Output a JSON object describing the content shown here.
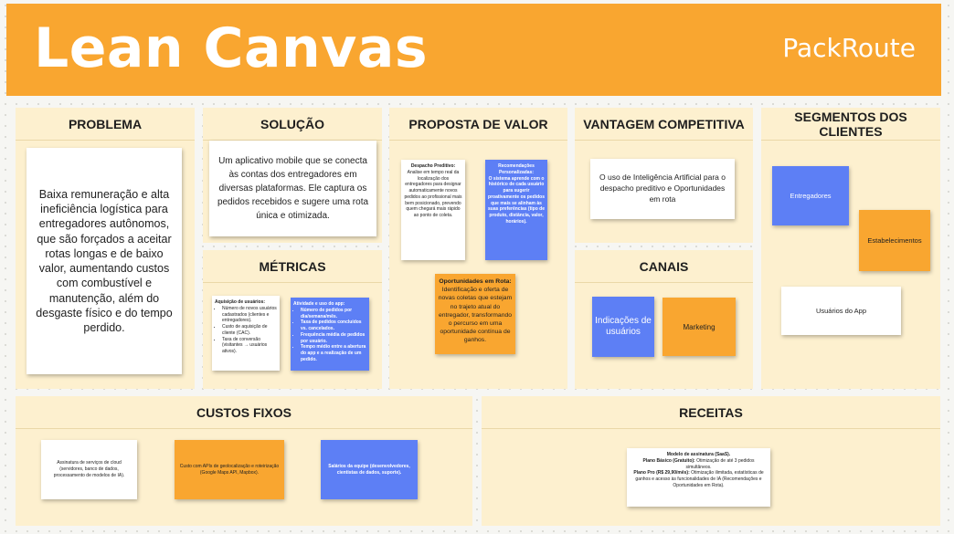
{
  "header": {
    "title": "Lean Canvas",
    "brand": "PackRoute"
  },
  "sections": {
    "problema": "PROBLEMA",
    "solucao": "SOLUÇÃO",
    "proposta": "PROPOSTA DE VALOR",
    "vantagem": "VANTAGEM COMPETITIVA",
    "segmentos": "SEGMENTOS DOS CLIENTES",
    "metricas": "MÉTRICAS",
    "canais": "CANAIS",
    "custos": "CUSTOS FIXOS",
    "receitas": "RECEITAS"
  },
  "problema": {
    "text": "Baixa remuneração e alta ineficiência logística para entregadores autônomos, que são forçados a aceitar rotas longas e de baixo valor, aumentando custos com combustível e manutenção, além do desgaste físico e do tempo perdido."
  },
  "solucao": {
    "text": "Um aplicativo mobile que se conecta às contas dos entregadores em diversas plataformas. Ele captura os pedidos recebidos e sugere uma rota única e otimizada."
  },
  "proposta": {
    "despacho_title": "Despacho Preditivo:",
    "despacho_text": "Analise em tempo real da localização dos entregadores para designar automaticamente novos pedidos ao profissional mais bem posicionado, prevendo quem chegará mais rápido ao ponto de coleta.",
    "recomend_title": "Recomendações Personalizadas:",
    "recomend_text": "O sistema aprende com o histórico de cada usuário para sugerir proativamente os pedidos que mais se alinham às suas preferências (tipo de produto, distância, valor, horários).",
    "oport_title": "Oportunidades em Rota:",
    "oport_text": "Identificação e oferta de novas coletas que estejam no trajeto atual do entregador, transformando o percurso em uma oportunidade contínua de ganhos."
  },
  "vantagem": {
    "text": "O uso de Inteligência Artificial para o despacho preditivo e Oportunidades em rota"
  },
  "segmentos": {
    "entregadores": "Entregadores",
    "estabelecimentos": "Estabelecimentos",
    "usuarios": "Usuários do App"
  },
  "metricas": {
    "aquisicao_title": "Aquisição de usuários:",
    "aquisicao_items": [
      "Número de novos usuários cadastrados (clientes e entregadores).",
      "Custo de aquisição de cliente (CAC).",
      "Taxa de conversão (visitantes → usuários ativos)."
    ],
    "atividade_title": "Atividade e uso do app:",
    "atividade_items": [
      "Número de pedidos por dia/semana/mês.",
      "Taxa de pedidos concluídos vs. cancelados.",
      "Frequência média de pedidos por usuário.",
      "Tempo médio entre a abertura do app e a realização de um pedido."
    ]
  },
  "canais": {
    "indicacoes": "Indicações de usuários",
    "marketing": "Marketing"
  },
  "custos": {
    "assinatura": "Assinatura de serviços de cloud (servidores, banco de dados, processamento de modelos de IA).",
    "apis": "Custo com APIs de geolocalização e roteirização (Google Maps API, Mapbox).",
    "salarios": "Salários da equipe (desenvolvedores, cientistas de dados, suporte)."
  },
  "receitas": {
    "title": "Modelo de assinatura (SaaS).",
    "basico_label": "Plano Básico (Gratuito):",
    "basico_text": "Otimização de até 3 pedidos simultâneos.",
    "pro_label": "Plano Pro (R$ 29,90/mês):",
    "pro_text": "Otimização ilimitada, estatísticas de ganhos e acesso às funcionalidades de IA (Recomendações e Oportunidades em Rota)."
  },
  "colors": {
    "orange": "#f9a630",
    "blue": "#5d7ff5",
    "section_bg": "#fdf0cf"
  }
}
